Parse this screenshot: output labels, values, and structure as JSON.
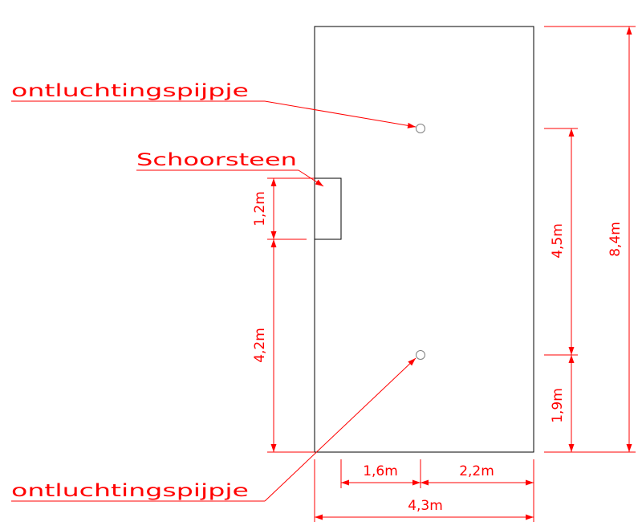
{
  "colors": {
    "background": "#ffffff",
    "outline": "#000000",
    "annotation": "#ff0000",
    "pipe": "#808080"
  },
  "labels": {
    "pipe_top": "ontluchtingspijpje",
    "chimney": "Schoorsteen",
    "pipe_bottom": "ontluchtingspijpje"
  },
  "dimensions": {
    "chimney_height": "1,2m",
    "chimney_offset": "4,2m",
    "right_upper": "4,5m",
    "right_lower": "1,9m",
    "total_height": "8,4m",
    "bottom_left": "1,6m",
    "bottom_right": "2,2m",
    "total_width": "4,3m"
  }
}
